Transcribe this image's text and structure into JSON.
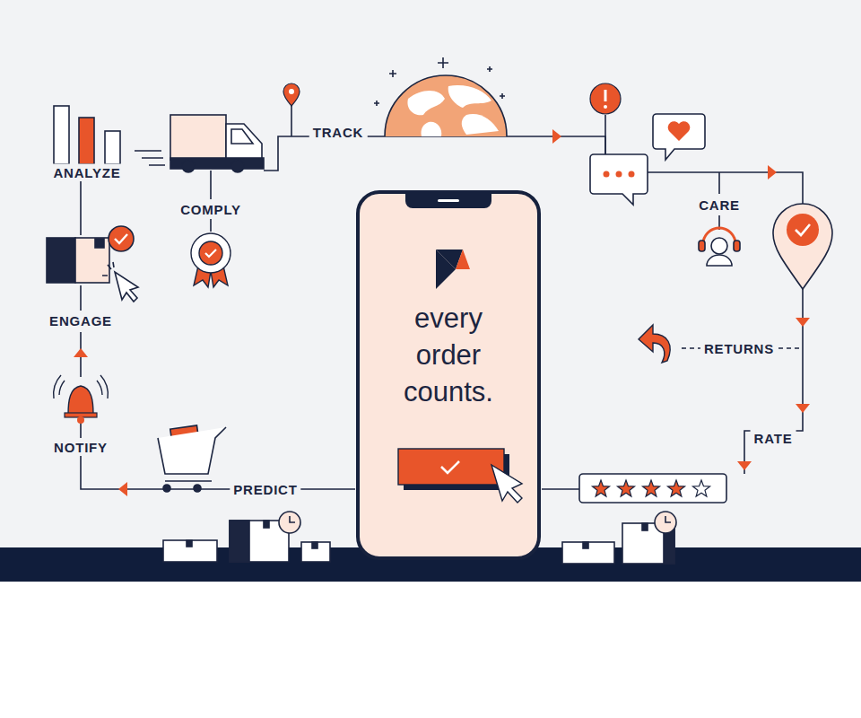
{
  "diagram": {
    "nodes": [
      {
        "text": [
          "every order counts."
        ]
      }
    ],
    "labels": [
      "ANALYZE",
      "COMPLY",
      "TRACK",
      "CARE",
      "RETURNS",
      "RATE",
      "PREDICT",
      "NOTIFY",
      "ENGAGE"
    ]
  }
}
